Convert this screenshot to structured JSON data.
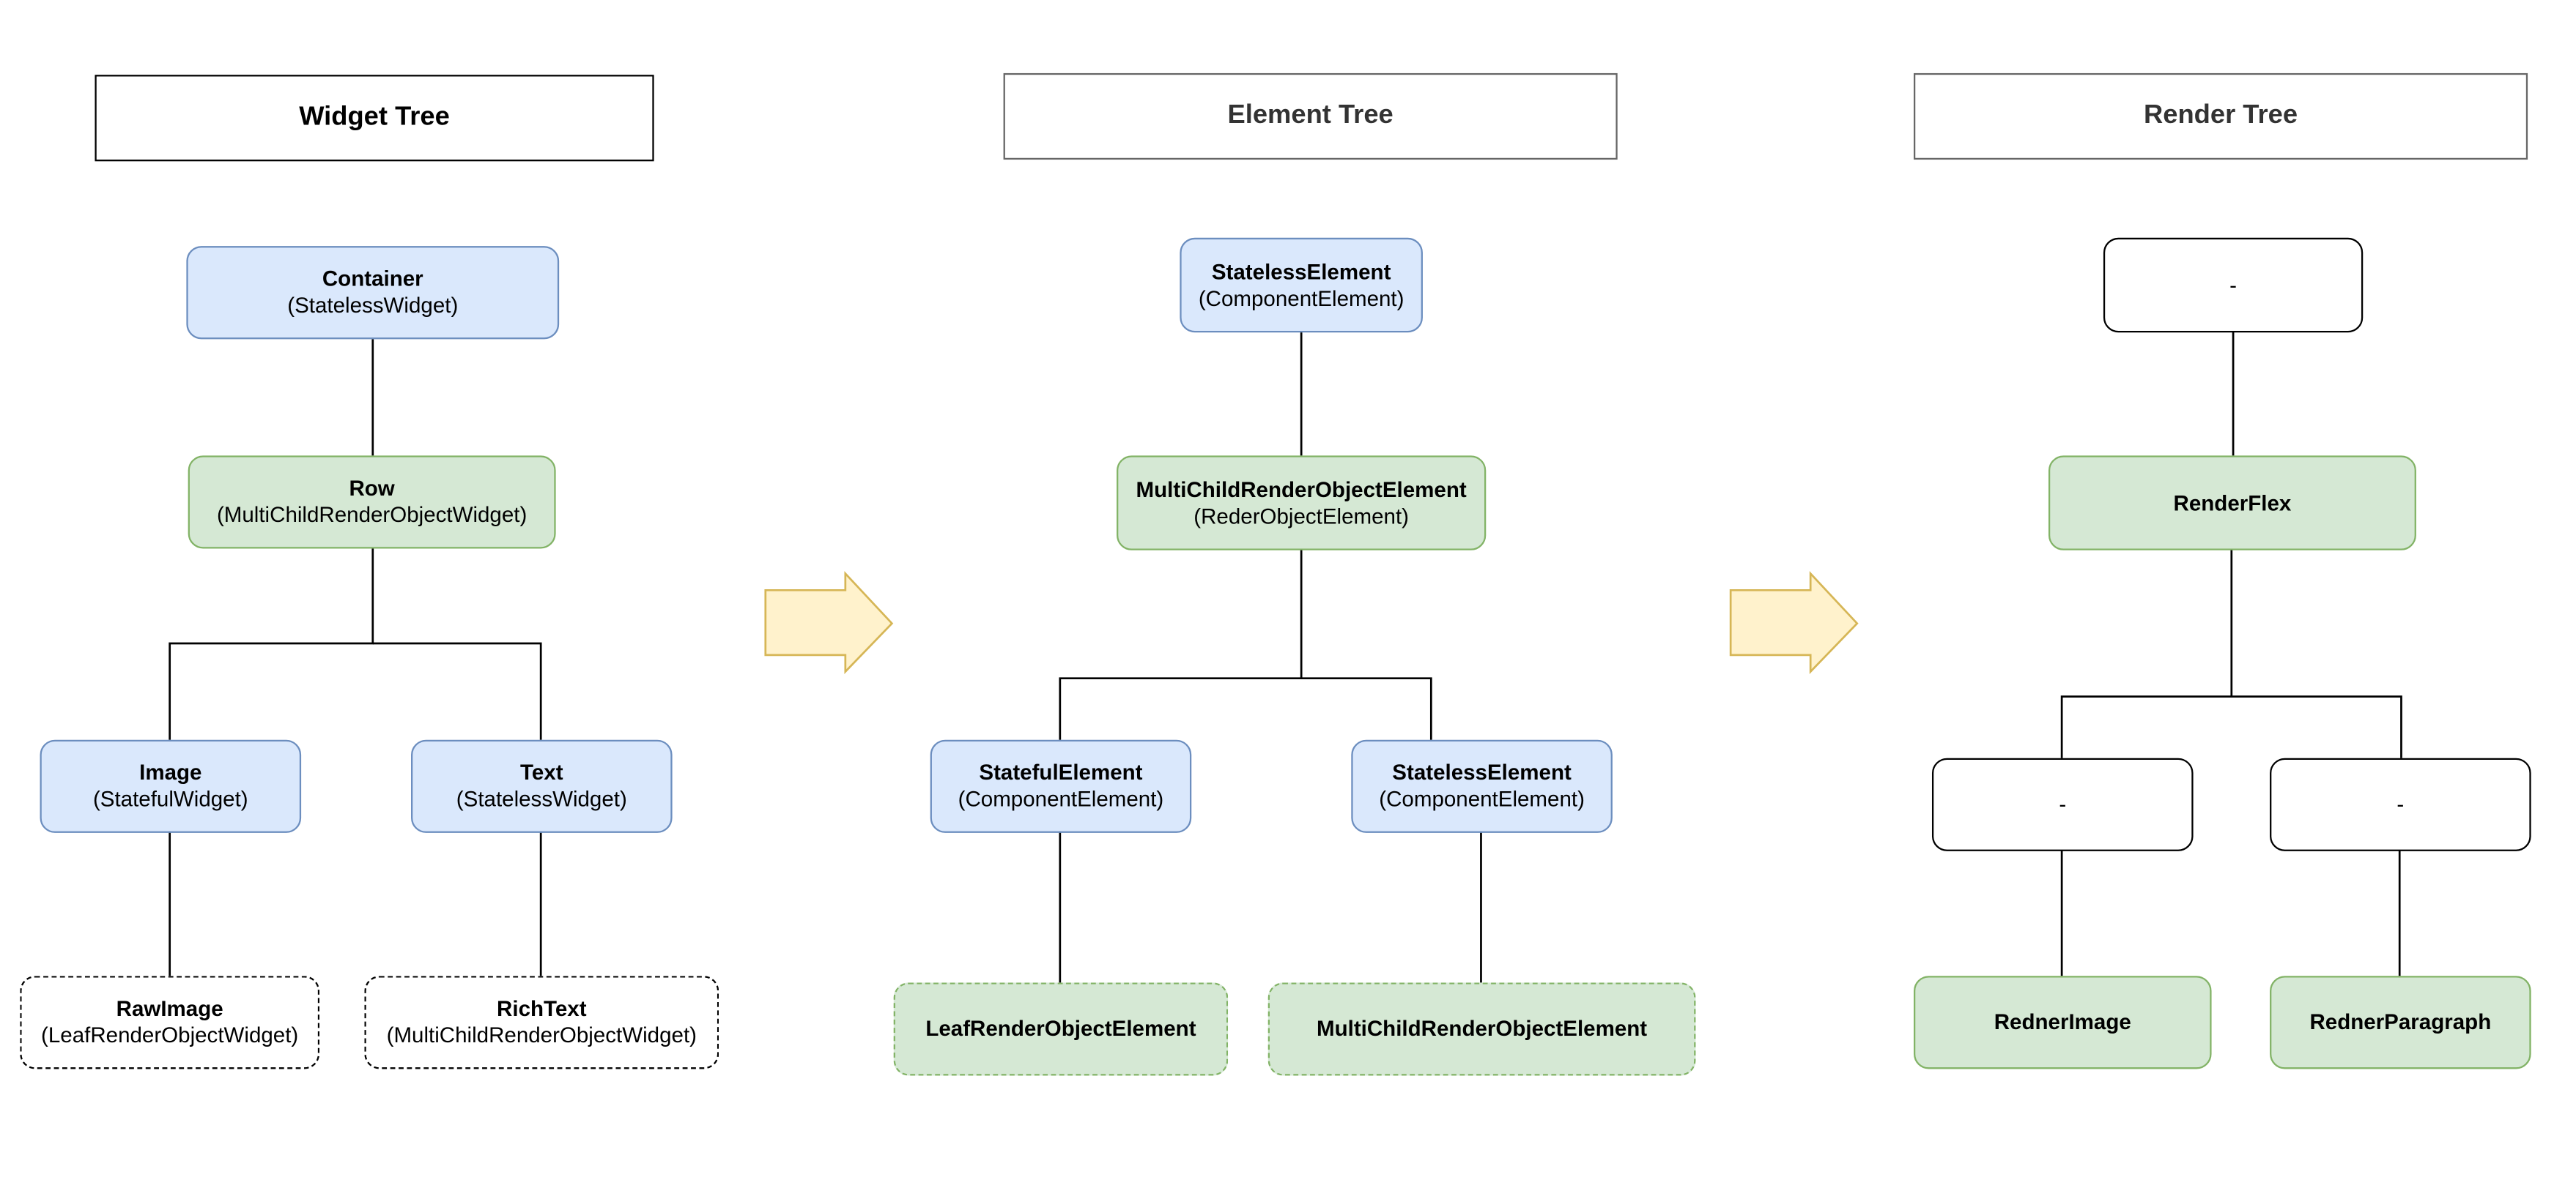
{
  "panels": {
    "widget_tree": {
      "title": "Widget Tree",
      "container": {
        "title": "Container",
        "subtitle": "(StatelessWidget)"
      },
      "row": {
        "title": "Row",
        "subtitle": "(MultiChildRenderObjectWidget)"
      },
      "image": {
        "title": "Image",
        "subtitle": "(StatefulWidget)"
      },
      "text": {
        "title": "Text",
        "subtitle": "(StatelessWidget)"
      },
      "raw_image": {
        "title": "RawImage",
        "subtitle": "(LeafRenderObjectWidget)"
      },
      "rich_text": {
        "title": "RichText",
        "subtitle": "(MultiChildRenderObjectWidget)"
      }
    },
    "element_tree": {
      "title": "Element Tree",
      "root": {
        "title": "StatelessElement",
        "subtitle": "(ComponentElement)"
      },
      "multi": {
        "title": "MultiChildRenderObjectElement",
        "subtitle": "(RederObjectElement)"
      },
      "stateful": {
        "title": "StatefulElement",
        "subtitle": "(ComponentElement)"
      },
      "stateless": {
        "title": "StatelessElement",
        "subtitle": "(ComponentElement)"
      },
      "leaf_ro": {
        "title": "LeafRenderObjectElement"
      },
      "multi_ro": {
        "title": "MultiChildRenderObjectElement"
      }
    },
    "render_tree": {
      "title": "Render Tree",
      "root": {
        "title": "-"
      },
      "flex": {
        "title": "RenderFlex"
      },
      "left": {
        "title": "-"
      },
      "right": {
        "title": "-"
      },
      "image": {
        "title": "RednerImage"
      },
      "paragraph": {
        "title": "RednerParagraph"
      }
    }
  },
  "colors": {
    "component_fill": "#dae8fc",
    "component_stroke": "#6c8ebf",
    "render_fill": "#d5e8d4",
    "render_stroke": "#82b366",
    "arrow_fill": "#fff2cc",
    "arrow_stroke": "#d6b656"
  }
}
